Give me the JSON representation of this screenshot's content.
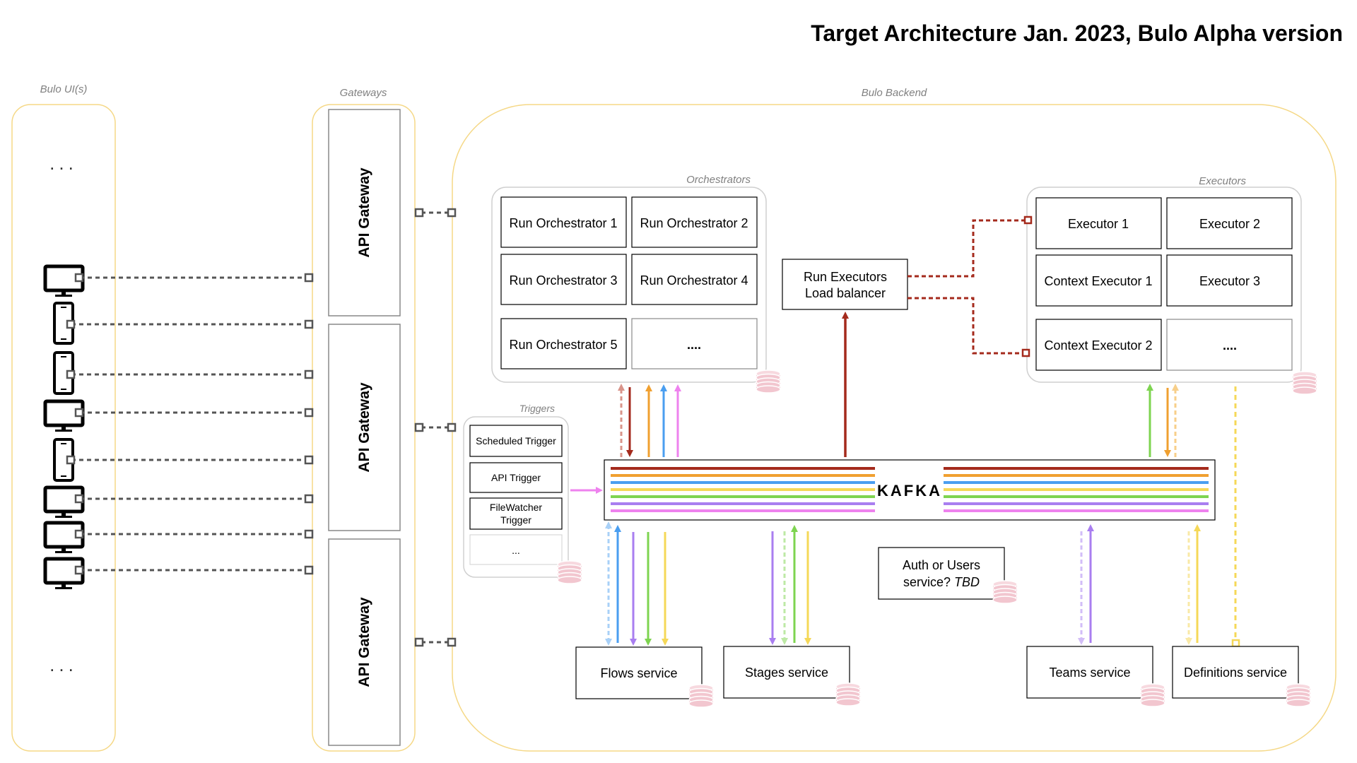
{
  "title": "Target Architecture Jan. 2023, Bulo Alpha version",
  "groups": {
    "ui": "Bulo UI(s)",
    "gateways": "Gateways",
    "backend": "Bulo Backend",
    "orchestrators": "Orchestrators",
    "executors": "Executors",
    "triggers": "Triggers"
  },
  "ui": {
    "ellipsis_top": "...",
    "ellipsis_bottom": "..."
  },
  "gateways": [
    "API Gateway",
    "API Gateway",
    "API Gateway"
  ],
  "orchestrators": [
    "Run Orchestrator 1",
    "Run Orchestrator 2",
    "Run Orchestrator 3",
    "Run Orchestrator 4",
    "Run Orchestrator 5",
    "...."
  ],
  "executors": [
    "Executor 1",
    "Executor 2",
    "Context Executor 1",
    "Executor 3",
    "Context Executor 2",
    "...."
  ],
  "load_balancer": {
    "line1": "Run Executors",
    "line2": "Load balancer"
  },
  "triggers": [
    "Scheduled Trigger",
    "API Trigger",
    "FileWatcher",
    "Trigger",
    "..."
  ],
  "kafka": "KAFKA",
  "auth": {
    "line1": "Auth or Users",
    "line2": "service?",
    "tbd": "TBD"
  },
  "services": {
    "flows": "Flows service",
    "stages": "Stages service",
    "teams": "Teams service",
    "definitions": "Definitions service"
  },
  "colors": {
    "red": "#a42a1c",
    "orange": "#f0a030",
    "blue": "#4a9ef0",
    "yellow": "#f5d858",
    "green": "#7ed450",
    "purple": "#a97ef0",
    "pink": "#ee82ee",
    "border_yellow": "#f5d886",
    "db_pink": "#f2c6cf"
  }
}
